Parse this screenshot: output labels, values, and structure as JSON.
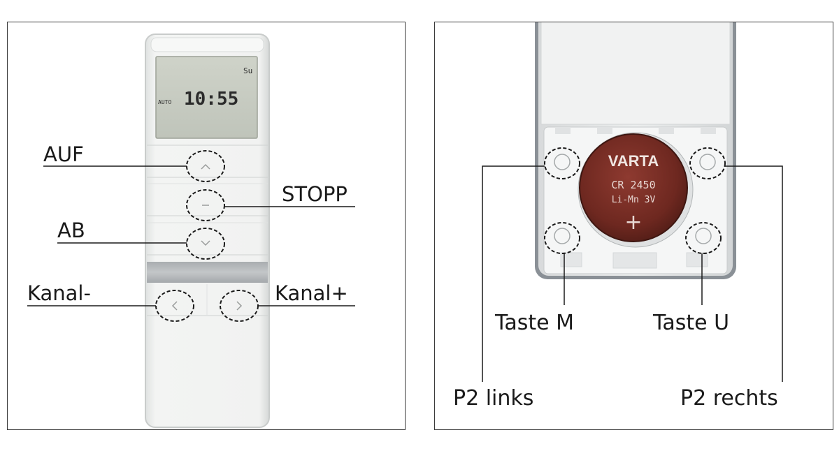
{
  "left": {
    "display": {
      "day": "Su",
      "mode": "AUTO",
      "time": "10:55"
    },
    "labels": {
      "up": "AUF",
      "stop": "STOPP",
      "down": "AB",
      "channel_minus": "Kanal-",
      "channel_plus": "Kanal+"
    }
  },
  "right": {
    "battery": {
      "brand": "VARTA",
      "model": "CR 2450",
      "chem": "Li-Mn 3V",
      "polarity": "+"
    },
    "labels": {
      "key_m": "Taste M",
      "key_u": "Taste U",
      "p2_left": "P2 links",
      "p2_right": "P2 rechts"
    }
  },
  "colors": {
    "frame": "#3a3a3a",
    "remote_body": "#eef0ef",
    "lcd": "#c7cbc1",
    "channel_band": "#b9bcbe",
    "battery": "#7a2f26"
  }
}
